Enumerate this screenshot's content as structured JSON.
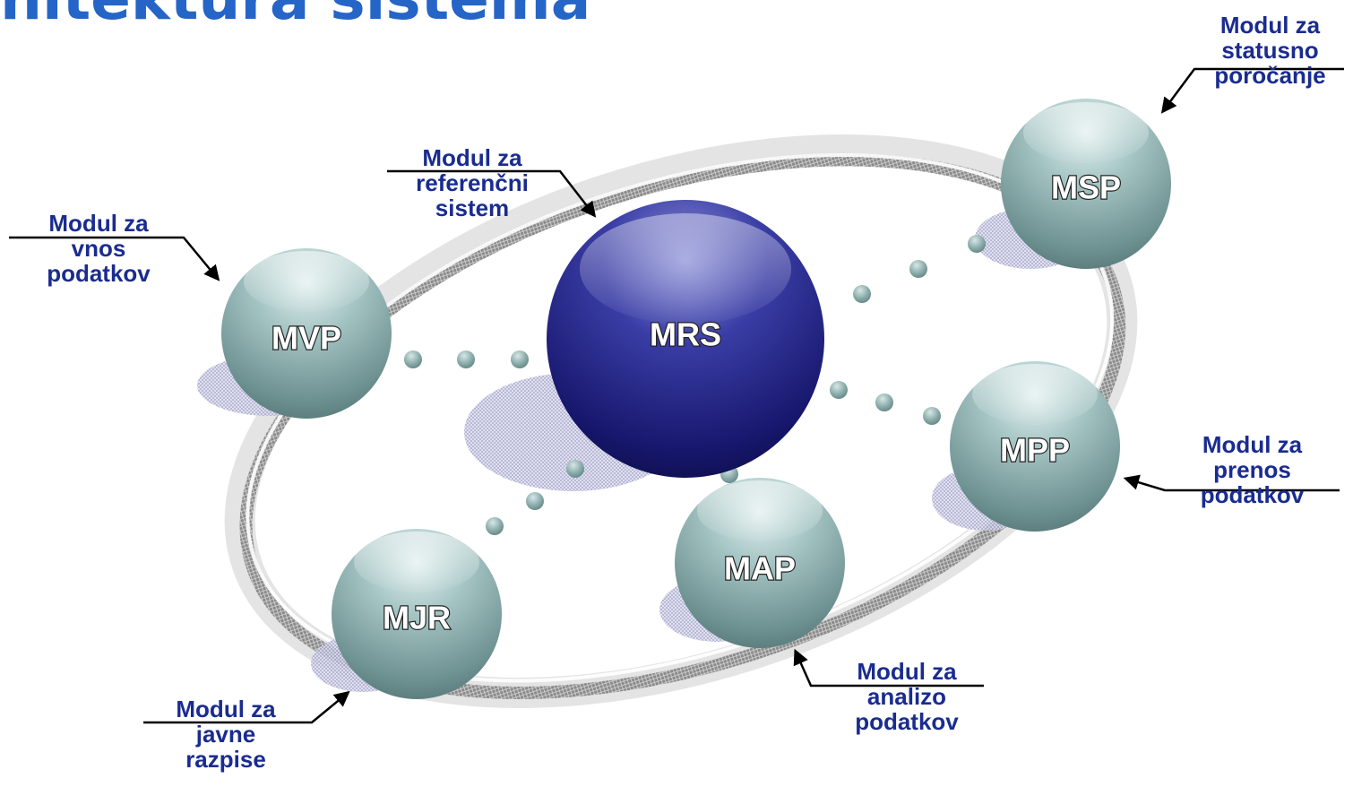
{
  "title": "hitektura sistema",
  "nodes": {
    "mrs": "MRS",
    "mvp": "MVP",
    "msp": "MSP",
    "mpp": "MPP",
    "map": "MAP",
    "mjr": "MJR"
  },
  "labels": {
    "vnos": [
      "Modul za",
      "vnos",
      "podatkov"
    ],
    "referencni": [
      "Modul za",
      "referenčni",
      "sistem"
    ],
    "statusno": [
      "Modul za",
      "statusno",
      "poročanje"
    ],
    "prenos": [
      "Modul za",
      "prenos",
      "podatkov"
    ],
    "analizo": [
      "Modul za",
      "analizo",
      "podatkov"
    ],
    "javne": [
      "Modul za",
      "javne",
      "razpise"
    ]
  },
  "colors": {
    "title": "#2565c7",
    "label_text": "#1a2c8f",
    "small_sphere": "#7fa3a3",
    "center_sphere": "#1f1f80",
    "ring": "#9a9a9a"
  }
}
